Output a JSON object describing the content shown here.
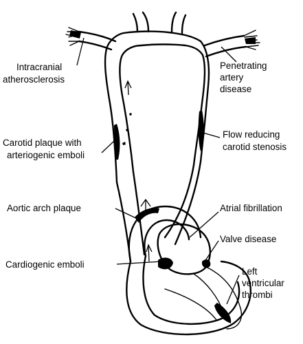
{
  "labels": {
    "intracranial_line1": "Intracranial",
    "intracranial_line2": "atherosclerosis",
    "penetrating_line1": "Penetrating",
    "penetrating_line2": "artery",
    "penetrating_line3": "disease",
    "carotid_plaque_line1": "Carotid plaque with",
    "carotid_plaque_line2": "arteriogenic emboli",
    "flow_reducing_line1": "Flow reducing",
    "flow_reducing_line2": "carotid stenosis",
    "aortic_arch": "Aortic arch plaque",
    "atrial_fibrillation": "Atrial fibrillation",
    "valve_disease": "Valve disease",
    "cardiogenic_emboli": "Cardiogenic emboli",
    "left_ventricular_line1": "Left",
    "left_ventricular_line2": "ventricular",
    "left_ventricular_line3": "thrombi"
  }
}
